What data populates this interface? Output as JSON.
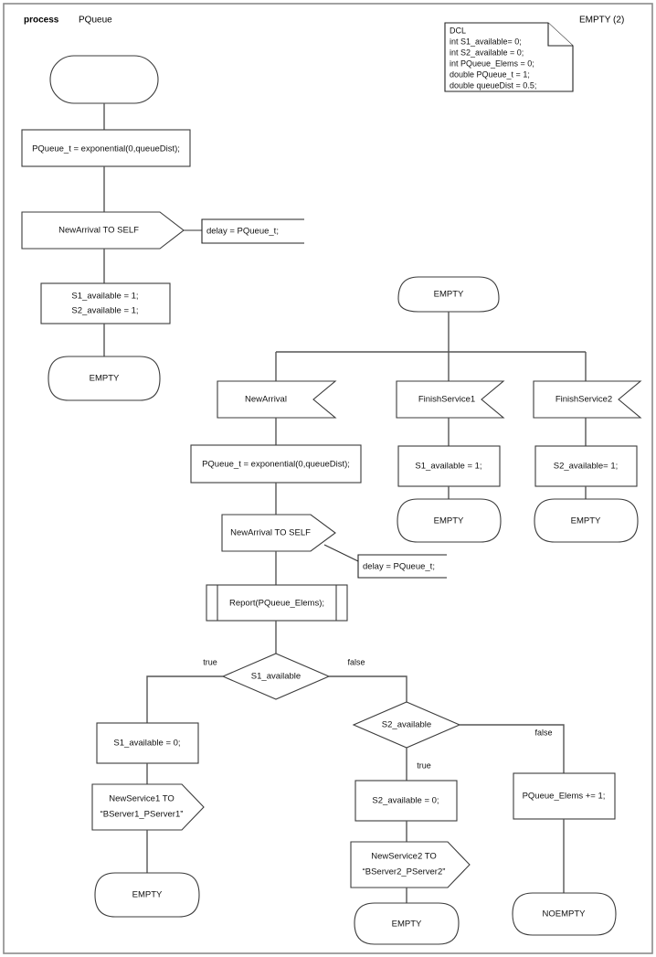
{
  "header": {
    "keyword": "process",
    "name": "PQueue",
    "page_label": "EMPTY (2)"
  },
  "declaration": {
    "title": "DCL",
    "lines": [
      "int S1_available= 0;",
      "int S2_available = 0;",
      "int PQueue_Elems = 0;",
      "double PQueue_t = 1;",
      "double queueDist = 0.5;"
    ]
  },
  "page1": {
    "start_state": "",
    "task1": "PQueue_t = exponential(0,queueDist);",
    "output1": "NewArrival TO SELF",
    "comment1": "delay = PQueue_t;",
    "task2_line1": "S1_available = 1;",
    "task2_line2": "S2_available = 1;",
    "nextstate1": "EMPTY"
  },
  "page2": {
    "state": "EMPTY",
    "branch_newarrival": {
      "input": "NewArrival",
      "task": "PQueue_t = exponential(0,queueDist);",
      "output": "NewArrival TO SELF",
      "comment": "delay = PQueue_t;",
      "procedure": "Report(PQueue_Elems);",
      "decision1": "S1_available",
      "decision1_true": "true",
      "decision1_false": "false",
      "true_task": "S1_available = 0;",
      "true_output_line1": "NewService1 TO",
      "true_output_line2": "“BServer1_PServer1”",
      "true_nextstate": "EMPTY",
      "decision2": "S2_available",
      "decision2_true": "true",
      "decision2_false": "false",
      "d2_true_task": "S2_available = 0;",
      "d2_true_output_line1": "NewService2 TO",
      "d2_true_output_line2": "“BServer2_PServer2”",
      "d2_true_nextstate": "EMPTY",
      "d2_false_task": "PQueue_Elems += 1;",
      "d2_false_nextstate": "NOEMPTY"
    },
    "branch_finish1": {
      "input": "FinishService1",
      "task": "S1_available = 1;",
      "nextstate": "EMPTY"
    },
    "branch_finish2": {
      "input": "FinishService2",
      "task": "S2_available= 1;",
      "nextstate": "EMPTY"
    }
  },
  "colors": {
    "background": "#ffffff",
    "shape_stroke": "#3b3b3b",
    "connector": "#555555",
    "frame": "#8a8a8a",
    "text": "#111111"
  }
}
